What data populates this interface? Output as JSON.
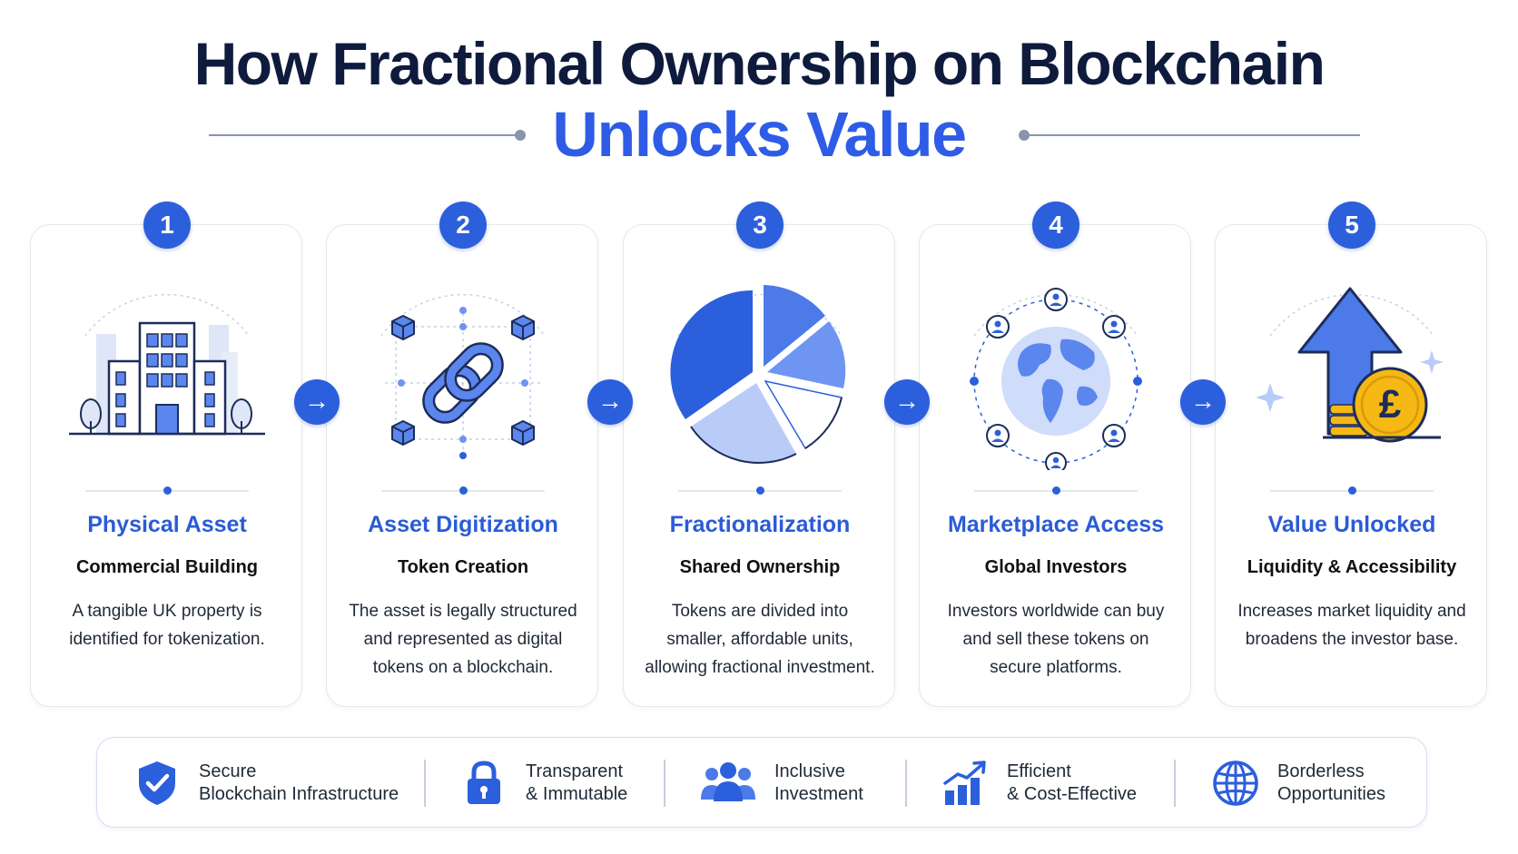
{
  "title": {
    "line1": "How Fractional Ownership on Blockchain",
    "line2": "Unlocks Value"
  },
  "colors": {
    "accent": "#2c5fdc",
    "title_dark": "#0f1b3d",
    "title_blue": "#2e5ce6",
    "coin": "#f5b814"
  },
  "steps": [
    {
      "number": "1",
      "icon": "building-icon",
      "title": "Physical Asset",
      "subtitle": "Commercial Building",
      "description": "A tangible UK property is identified for tokenization."
    },
    {
      "number": "2",
      "icon": "chain-link-icon",
      "title": "Asset Digitization",
      "subtitle": "Token Creation",
      "description": "The asset is legally structured and represented as digital tokens on a blockchain."
    },
    {
      "number": "3",
      "icon": "pie-chart-icon",
      "title": "Fractionalization",
      "subtitle": "Shared Ownership",
      "description": "Tokens are divided into smaller, affordable units, allowing fractional investment."
    },
    {
      "number": "4",
      "icon": "globe-investors-icon",
      "title": "Marketplace Access",
      "subtitle": "Global Investors",
      "description": "Investors worldwide can buy and sell these tokens on secure platforms."
    },
    {
      "number": "5",
      "icon": "arrow-up-coin-icon",
      "coin_symbol": "£",
      "title": "Value Unlocked",
      "subtitle": "Liquidity & Accessibility",
      "description": "Increases market liquidity and broadens the investor base."
    }
  ],
  "arrow_symbol": "→",
  "features": [
    {
      "icon": "shield-check-icon",
      "line1": "Secure",
      "line2": "Blockchain Infrastructure"
    },
    {
      "icon": "lock-icon",
      "line1": "Transparent",
      "line2": "& Immutable"
    },
    {
      "icon": "people-icon",
      "line1": "Inclusive",
      "line2": "Investment"
    },
    {
      "icon": "growth-chart-icon",
      "line1": "Efficient",
      "line2": "& Cost-Effective"
    },
    {
      "icon": "globe-icon",
      "line1": "Borderless",
      "line2": "Opportunities"
    }
  ]
}
